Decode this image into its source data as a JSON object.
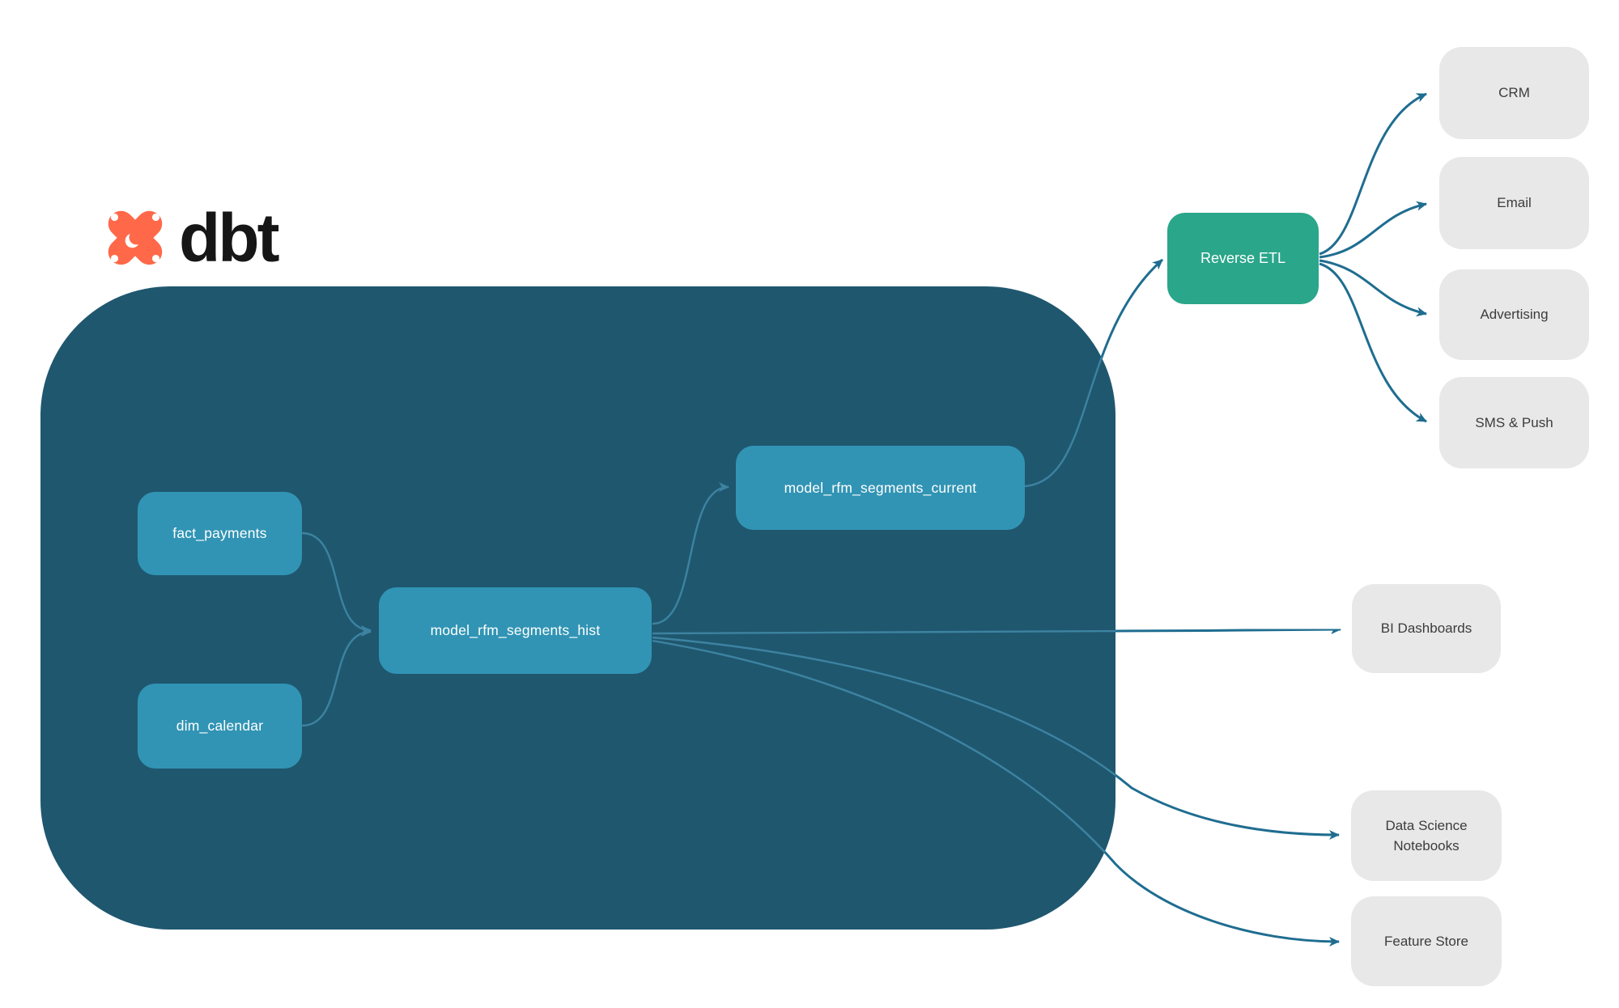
{
  "logo": {
    "word": "dbt",
    "icon": "dbt-star-icon"
  },
  "nodes": {
    "fact_payments": {
      "label": "fact_payments",
      "type": "model"
    },
    "dim_calendar": {
      "label": "dim_calendar",
      "type": "model"
    },
    "model_rfm_segments_hist": {
      "label": "model_rfm_segments_hist",
      "type": "model"
    },
    "model_rfm_segments_current": {
      "label": "model_rfm_segments_current",
      "type": "model"
    },
    "reverse_etl": {
      "label": "Reverse ETL",
      "type": "tool"
    },
    "crm": {
      "label": "CRM",
      "type": "destination"
    },
    "email": {
      "label": "Email",
      "type": "destination"
    },
    "advertising": {
      "label": "Advertising",
      "type": "destination"
    },
    "sms_push": {
      "label": "SMS & Push",
      "type": "destination"
    },
    "bi_dashboards": {
      "label": "BI Dashboards",
      "type": "destination"
    },
    "data_science_notebooks": {
      "label": "Data Science Notebooks",
      "type": "destination"
    },
    "feature_store": {
      "label": "Feature Store",
      "type": "destination"
    }
  },
  "edges": [
    {
      "from": "fact_payments",
      "to": "model_rfm_segments_hist"
    },
    {
      "from": "dim_calendar",
      "to": "model_rfm_segments_hist"
    },
    {
      "from": "model_rfm_segments_hist",
      "to": "model_rfm_segments_current"
    },
    {
      "from": "model_rfm_segments_current",
      "to": "reverse_etl"
    },
    {
      "from": "reverse_etl",
      "to": "crm"
    },
    {
      "from": "reverse_etl",
      "to": "email"
    },
    {
      "from": "reverse_etl",
      "to": "advertising"
    },
    {
      "from": "reverse_etl",
      "to": "sms_push"
    },
    {
      "from": "model_rfm_segments_hist",
      "to": "bi_dashboards"
    },
    {
      "from": "model_rfm_segments_hist",
      "to": "data_science_notebooks"
    },
    {
      "from": "model_rfm_segments_hist",
      "to": "feature_store"
    }
  ],
  "colors": {
    "warehouse_container": "#1f576f",
    "model_node": "#3194b4",
    "model_node_text": "#ffffff",
    "reverse_etl_node": "#2aa68a",
    "destination_node": "#e8e8e8",
    "destination_text": "#3c3c3c",
    "edge": "#1f6d90",
    "edge_inside": "#3d83a1",
    "logo_orange": "#ff694a",
    "logo_text": "#161616"
  }
}
